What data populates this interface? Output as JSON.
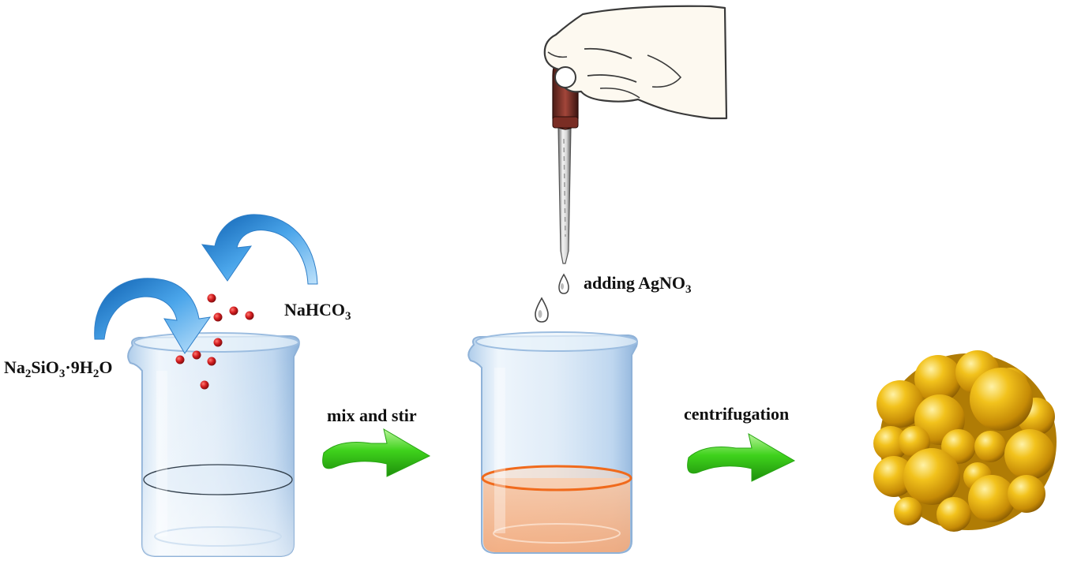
{
  "labels": {
    "sodium_silicate": {
      "base": "Na",
      "s1": "2",
      "mid1": "SiO",
      "s2": "3",
      "mid2": "·9H",
      "s3": "2",
      "end": "O"
    },
    "sodium_bicarbonate": {
      "base": "NaHCO",
      "s1": "3"
    },
    "silver_nitrate": {
      "base": "adding AgNO",
      "s1": "3"
    },
    "mix_step": "mix and stir",
    "centrifuge_step": "centrifugation"
  },
  "colors": {
    "blue_arrow": "#3a8fd8",
    "green_arrow": "#3fd21c",
    "particles": "#c8161d",
    "beaker_glass": "#bcd6ee",
    "orange_solution": "#f5b98f",
    "orange_ring": "#f06a1c",
    "sphere_gold": "#e0a80e"
  },
  "icons": [
    "blue-curved-arrow-icon",
    "green-right-arrow-icon",
    "dropper-icon",
    "hand-icon",
    "beaker-icon",
    "nanoparticle-cluster-icon"
  ]
}
